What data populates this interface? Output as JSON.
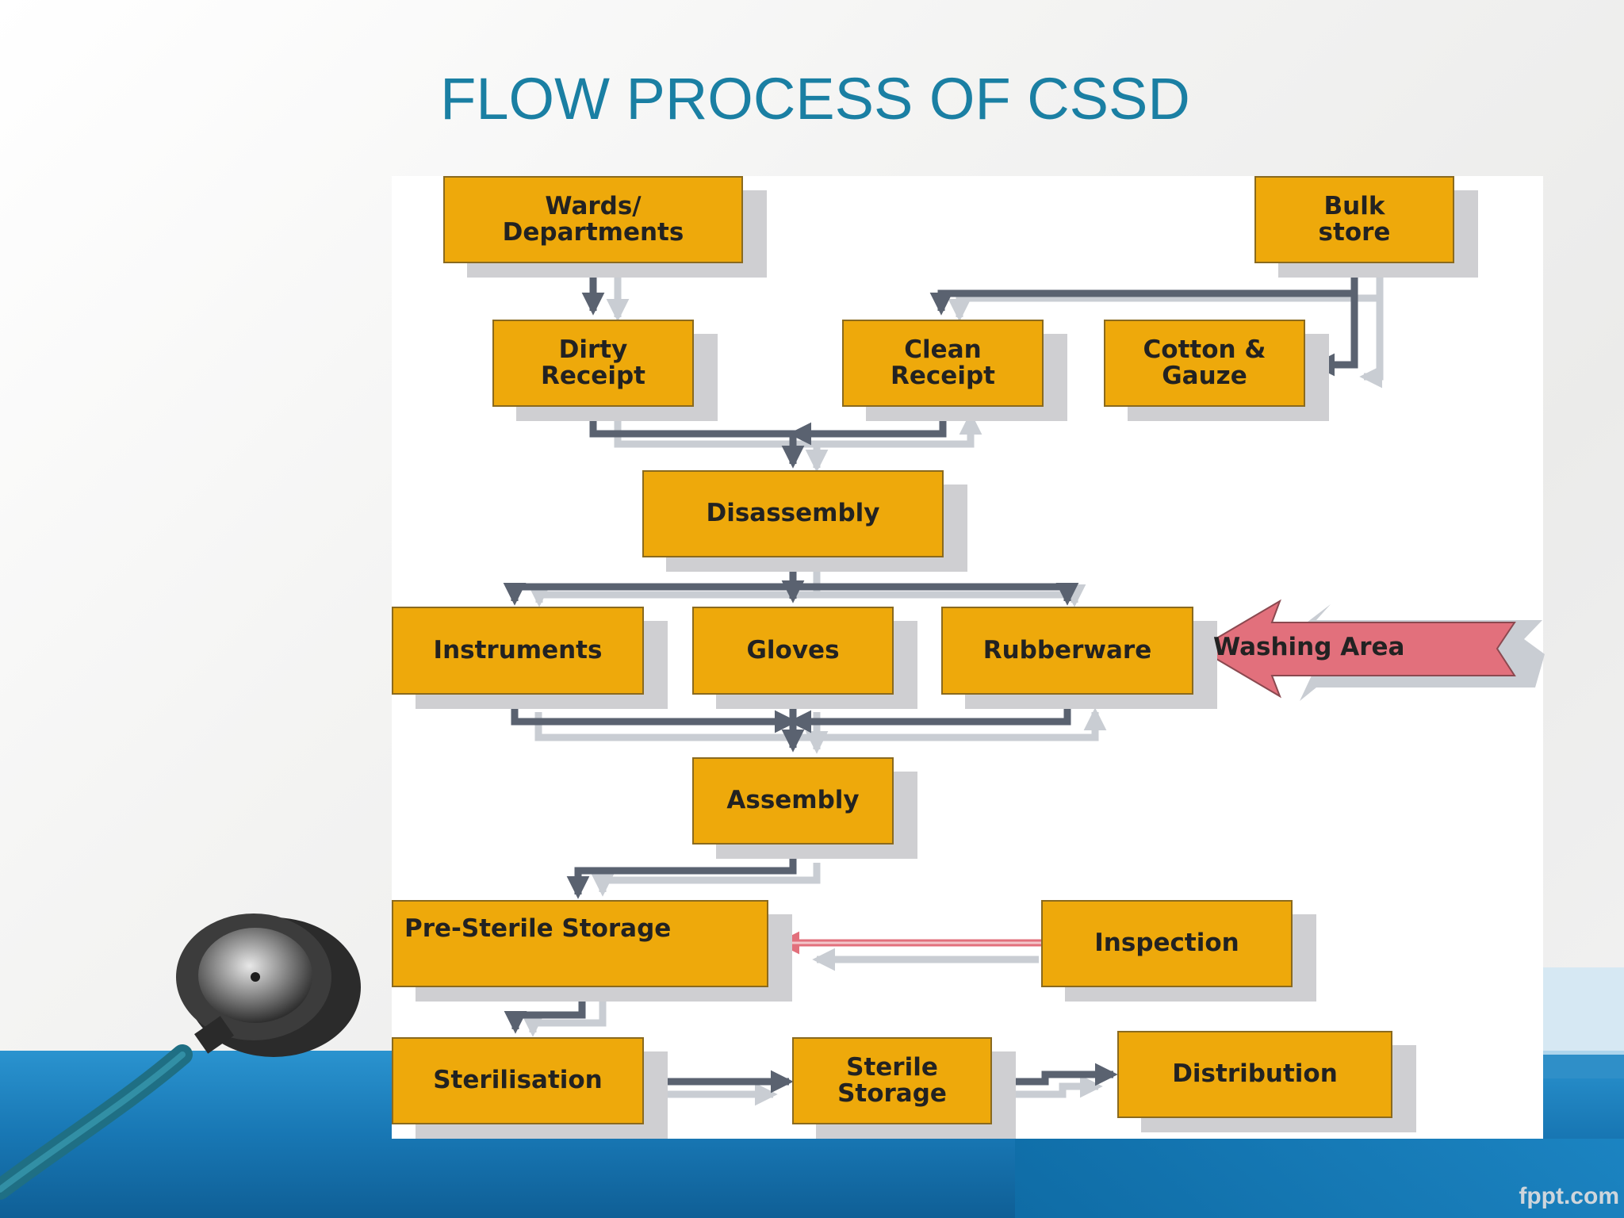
{
  "slide": {
    "title": "FLOW PROCESS OF CSSD",
    "footer": "fppt.com",
    "colors": {
      "title": "#1a7fa3",
      "box": "#eea90b",
      "arrow": "#5a6270",
      "pink_arrow": "#e2707c",
      "band": "#1a86c4"
    }
  },
  "diagram": {
    "nodes": {
      "wards": "Wards/\nDepartments",
      "bulk_store": "Bulk\nstore",
      "dirty_receipt": "Dirty\nReceipt",
      "clean_receipt": "Clean\nReceipt",
      "cotton_gauze": "Cotton &\nGauze",
      "disassembly": "Disassembly",
      "instruments": "Instruments",
      "gloves": "Gloves",
      "rubberware": "Rubberware",
      "washing_area": "Washing Area",
      "assembly": "Assembly",
      "pre_sterile_storage": "Pre-Sterile Storage",
      "inspection": "Inspection",
      "sterilisation": "Sterilisation",
      "sterile_storage": "Sterile\nStorage",
      "distribution": "Distribution"
    },
    "edges": [
      [
        "Wards/Departments",
        "Dirty Receipt"
      ],
      [
        "Bulk store",
        "Clean Receipt"
      ],
      [
        "Bulk store",
        "Cotton & Gauze"
      ],
      [
        "Dirty Receipt",
        "Disassembly"
      ],
      [
        "Clean Receipt",
        "Disassembly"
      ],
      [
        "Disassembly",
        "Instruments"
      ],
      [
        "Disassembly",
        "Gloves"
      ],
      [
        "Disassembly",
        "Rubberware"
      ],
      [
        "Washing Area",
        "Rubberware"
      ],
      [
        "Instruments",
        "Assembly"
      ],
      [
        "Gloves",
        "Assembly"
      ],
      [
        "Rubberware",
        "Assembly"
      ],
      [
        "Assembly",
        "Pre-Sterile Storage"
      ],
      [
        "Inspection",
        "Pre-Sterile Storage"
      ],
      [
        "Pre-Sterile Storage",
        "Sterilisation"
      ],
      [
        "Sterilisation",
        "Sterile Storage"
      ],
      [
        "Sterile Storage",
        "Distribution"
      ]
    ]
  }
}
